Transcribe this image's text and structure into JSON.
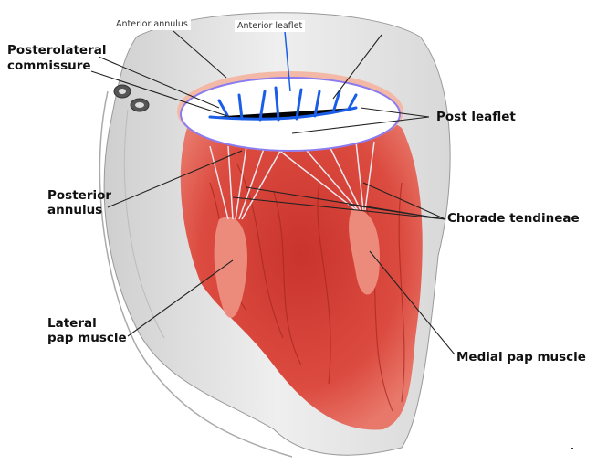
{
  "labels": {
    "anterior_annulus": "Anterior annulus",
    "anterior_leaflet": "Anterior leaflet",
    "posterolateral_line1": "Posterolateral",
    "posterolateral_line2": "commissure",
    "post_leaflet": "Post leaflet",
    "posterior_annulus_line1": "Posterior",
    "posterior_annulus_line2": "annulus",
    "chordae": "Chorade tendineae",
    "lateral_line1": "Lateral",
    "lateral_line2": "pap muscle",
    "medial": "Medial pap muscle"
  },
  "colors": {
    "muscle": "#d8483e",
    "wall": "#e4e4e4",
    "leaflet": "#ffffff",
    "leaflet_vein": "#1a5ee8"
  }
}
